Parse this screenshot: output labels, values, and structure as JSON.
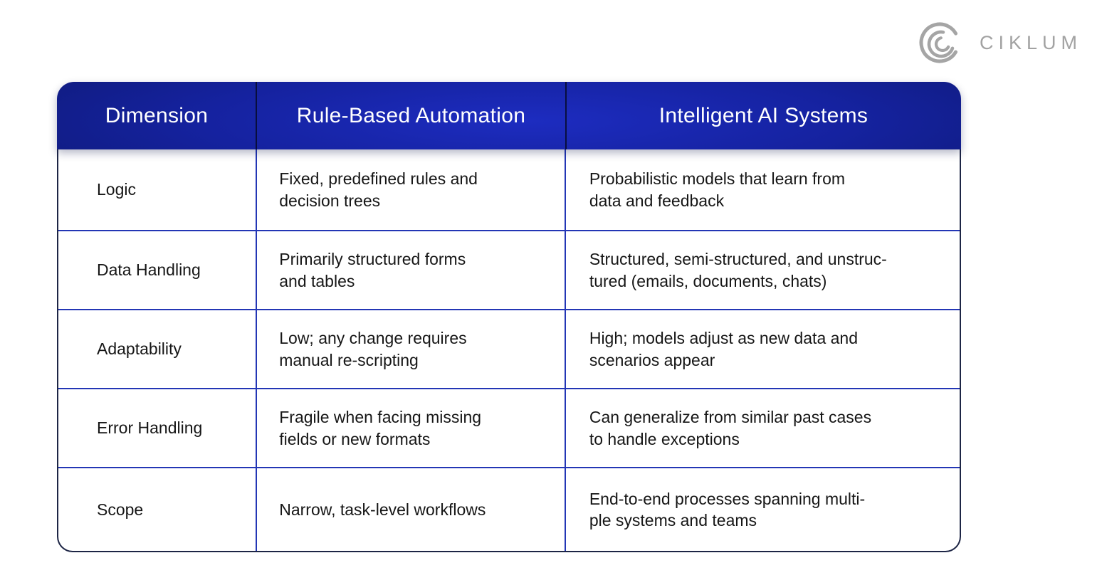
{
  "logo": {
    "brand": "CIKLUM",
    "mark": "ciklum-arcs-icon",
    "color": "#a5a5a5"
  },
  "colors": {
    "header_gradient_center": "#1d2cc0",
    "header_gradient_edge": "#060d38",
    "header_text": "#ffffff",
    "grid_line": "#2336b5",
    "outer_border": "#1d2545",
    "body_text": "#161616",
    "background": "#ffffff"
  },
  "chart_data": {
    "type": "table",
    "columns": [
      "Dimension",
      "Rule-Based Automation",
      "Intelligent AI Systems"
    ],
    "rows": [
      {
        "cells": [
          "Logic",
          "Fixed, predefined rules and\ndecision trees",
          "Probabilistic models that learn from\ndata and feedback"
        ]
      },
      {
        "cells": [
          "Data Handling",
          "Primarily structured forms\nand tables",
          "Structured, semi-structured, and unstruc-\ntured (emails, documents, chats)"
        ]
      },
      {
        "cells": [
          "Adaptability",
          "Low; any change requires\nmanual re-scripting",
          "High; models adjust as new data and\nscenarios appear"
        ]
      },
      {
        "cells": [
          "Error Handling",
          "Fragile when facing missing\nfields or new formats",
          "Can generalize from similar past cases\nto handle exceptions"
        ]
      },
      {
        "cells": [
          "Scope",
          "Narrow, task-level workflows",
          "End-to-end processes spanning multi-\nple systems and teams"
        ]
      }
    ]
  }
}
